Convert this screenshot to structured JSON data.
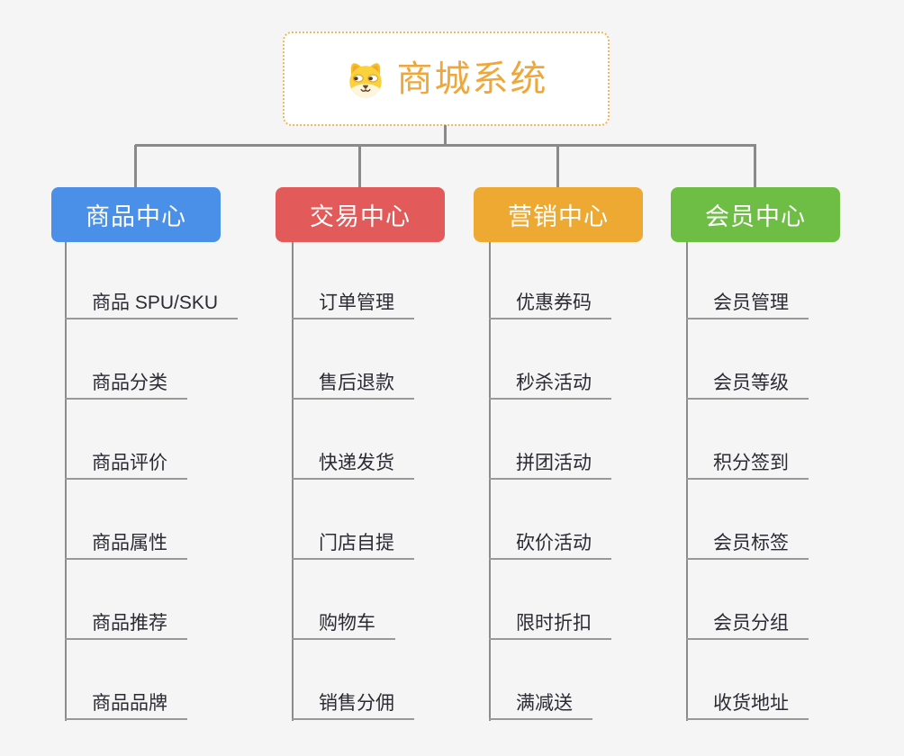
{
  "canvas": {
    "background_color": "#f5f5f5"
  },
  "root": {
    "title": "商城系统",
    "icon": "shiba-dog-icon",
    "title_color": "#f0a73a",
    "border_color": "#f3b65c"
  },
  "connectors": {
    "line_color": "#8a8a8a",
    "trunk_color": "#8c8c8c",
    "leaf_underline_color": "#999999"
  },
  "leaf_text_color": "#2b2b33",
  "branches": [
    {
      "label": "商品中心",
      "color": "#4a8fe8",
      "items": [
        "商品 SPU/SKU",
        "商品分类",
        "商品评价",
        "商品属性",
        "商品推荐",
        "商品品牌"
      ]
    },
    {
      "label": "交易中心",
      "color": "#e35a5a",
      "items": [
        "订单管理",
        "售后退款",
        "快递发货",
        "门店自提",
        "购物车",
        "销售分佣"
      ]
    },
    {
      "label": "营销中心",
      "color": "#eda932",
      "items": [
        "优惠券码",
        "秒杀活动",
        "拼团活动",
        "砍价活动",
        "限时折扣",
        "满减送"
      ]
    },
    {
      "label": "会员中心",
      "color": "#6ebe45",
      "items": [
        "会员管理",
        "会员等级",
        "积分签到",
        "会员标签",
        "会员分组",
        "收货地址"
      ]
    }
  ]
}
